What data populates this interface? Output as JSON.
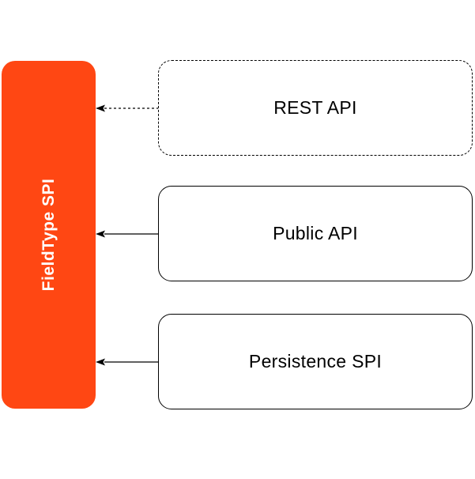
{
  "diagram": {
    "spi_block": {
      "label": "FieldType SPI",
      "fill_color": "#FF4713",
      "text_color": "#FFFFFF"
    },
    "boxes": [
      {
        "label": "REST API",
        "border_style": "dashed",
        "connector_style": "dashed-arrow"
      },
      {
        "label": "Public API",
        "border_style": "solid",
        "connector_style": "solid-arrow"
      },
      {
        "label": "Persistence SPI",
        "border_style": "solid",
        "connector_style": "solid-arrow"
      }
    ],
    "line_color": "#000000"
  }
}
